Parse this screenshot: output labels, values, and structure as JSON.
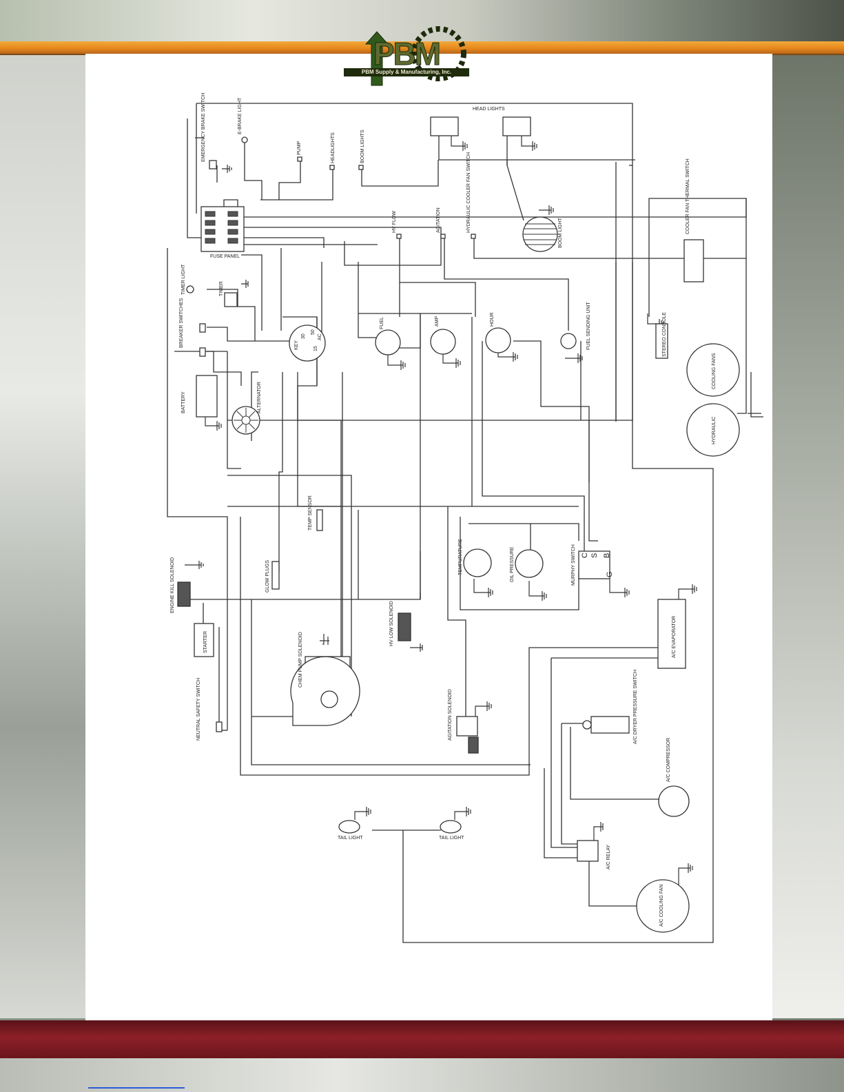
{
  "logo": {
    "word": "PBM",
    "tagline": "PBM Supply & Manufacturing, Inc."
  },
  "colors": {
    "accent_orange": "#e8891d",
    "band_maroon": "#8d2028",
    "logo_green": "#5f6b2f",
    "line": "#333333"
  },
  "labels": {
    "head_lights": "HEAD LIGHTS",
    "emergency_brake_switch": "EMERGENCY BRAKE SWITCH",
    "e_brake_light": "E-BRAKE LIGHT",
    "pump": "PUMP",
    "headlights": "HEADLIGHTS",
    "boom_lights": "BOOM LIGHTS",
    "fuse_panel": "FUSE PANEL",
    "hv_flow": "HV FLOW",
    "agitation": "AGITATION",
    "hydraulic_cooler_fan_switch": "HYDRAULIC COOLER FAN SWITCH",
    "boom_light": "BOOM LIGHT",
    "cooler_fan_thermal_switch": "COOLER FAN THERMAL SWITCH",
    "timer_light": "TIMER LIGHT",
    "timer": "TIMER",
    "breaker_switches": "BREAKER SWITCHES",
    "key": "KEY",
    "fuel": "FUEL",
    "amp": "AMP",
    "hour": "HOUR",
    "fuel_sending_unit": "FUEL SENDING UNIT",
    "stereo_console": "STEREO CONSOLE",
    "cooling_fans": "COOLING FANS",
    "hydraulic": "HYDRAULIC",
    "battery": "BATTERY",
    "alternator": "ALTERNATOR",
    "temp_sensor": "TEMP SENSOR",
    "glow_plugs": "GLOW PLUGS",
    "temperature": "TEMPURATURE",
    "oil_pressure": "OIL PRESSURE",
    "murphy_switch": "MURPHY SWITCH",
    "engine_kill_solenoid": "ENGINE KILL SOLENOID",
    "starter": "STARTER",
    "hv_low_solenoid": "HV LOW SOLENOID",
    "a_c_evaporator": "A/C EVAPORATOR",
    "chem_pump_solenoid": "CHEM PUMP SOLENOID",
    "neutral_safety_switch": "NEUTRAL SAFETY SWITCH",
    "agitation_solenoid": "AGITATION SOLENOID",
    "a_c_dryer_pressure_switch": "A/C DRYER PRESSURE SWITCH",
    "a_c_compressor": "A/C COMPRESSOR",
    "tail_light_left": "TAIL LIGHT",
    "tail_light_right": "TAIL LIGHT",
    "a_c_relay": "A/C RELAY",
    "a_c_cooling_fan": "A/C COOLING FAN",
    "murphy_c": "C",
    "murphy_s": "S",
    "murphy_b": "B",
    "murphy_g": "G",
    "key_30": "30",
    "key_50": "50",
    "key_15": "15",
    "key_ac": "AC"
  }
}
